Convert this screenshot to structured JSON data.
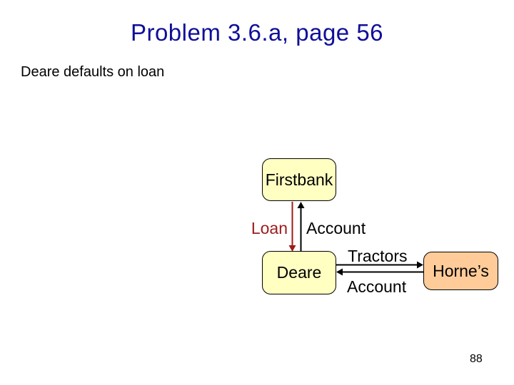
{
  "slide": {
    "title": "Problem 3.6.a, page 56",
    "subtitle": "Deare defaults on loan",
    "page_number": "88"
  },
  "diagram": {
    "nodes": [
      {
        "id": "firstbank",
        "label": "Firstbank",
        "fill": "#FFFFC2"
      },
      {
        "id": "deare",
        "label": "Deare",
        "fill": "#FFFFC2"
      },
      {
        "id": "hornes",
        "label": "Horne’s",
        "fill": "#FFCC99"
      }
    ],
    "edges": [
      {
        "label": "Loan",
        "from": "Firstbank",
        "to": "Deare",
        "direction": "down",
        "color": "#9E1B1B"
      },
      {
        "label": "Account",
        "from": "Deare",
        "to": "Firstbank",
        "direction": "up",
        "color": "#000000"
      },
      {
        "label": "Tractors",
        "from": "Deare",
        "to": "Horne’s",
        "direction": "right",
        "color": "#000000"
      },
      {
        "label": "Account",
        "from": "Horne’s",
        "to": "Deare",
        "direction": "left",
        "color": "#000000"
      }
    ]
  },
  "colors": {
    "title_color": "#0F0F99",
    "node_fill_yellow": "#FFFFC2",
    "node_fill_peach": "#FFCC99",
    "loan_arrow": "#9E1B1B"
  }
}
